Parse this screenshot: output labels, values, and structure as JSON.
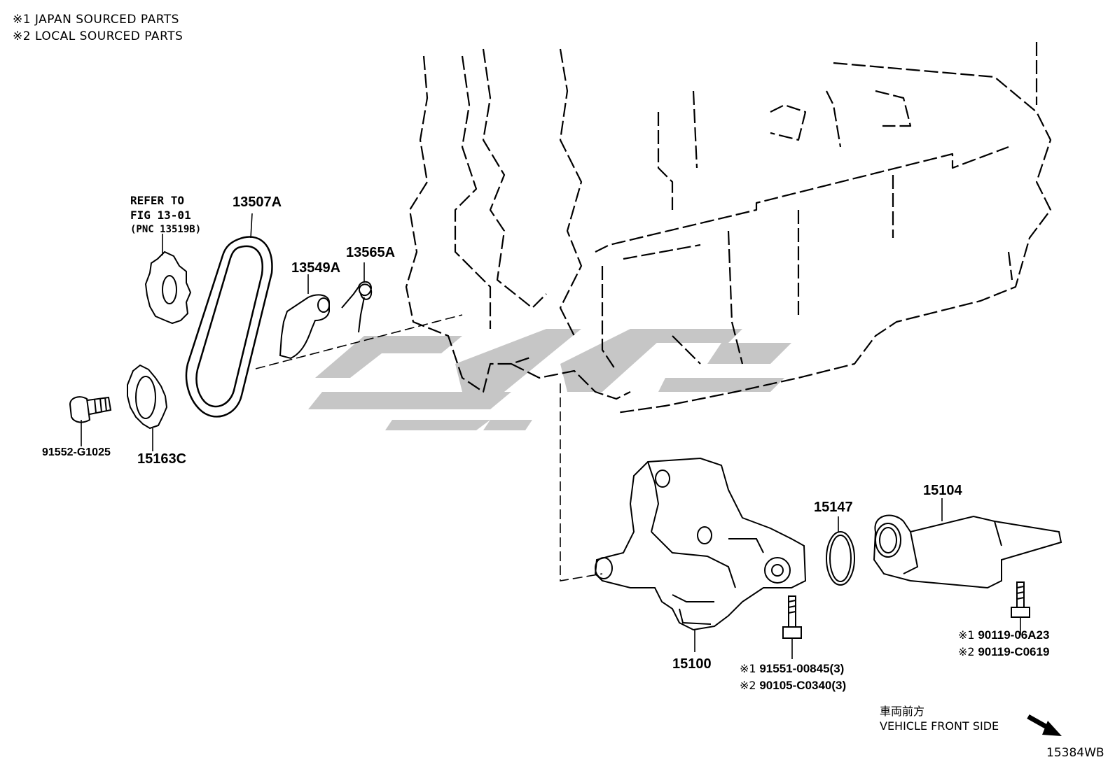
{
  "notes": [
    "※1 JAPAN SOURCED PARTS",
    "※2 LOCAL SOURCED PARTS"
  ],
  "reference": {
    "line1": "REFER TO",
    "line2": "FIG 13-01",
    "line3": "(PNC 13519B)"
  },
  "labels": {
    "chain": "13507A",
    "slipper": "13549A",
    "spring": "13565A",
    "bolt": "91552-G1025",
    "sprocket": "15163C",
    "oil_pump": "15100",
    "gasket": "15147",
    "strainer": "15104"
  },
  "pump_bolts": {
    "line1_mark": "※1",
    "line1_pn": "91551-00845(3)",
    "line2_mark": "※2",
    "line2_pn": "90105-C0340(3)"
  },
  "strainer_bolts": {
    "line1_mark": "※1",
    "line1_pn": "90119-06A23",
    "line2_mark": "※2",
    "line2_pn": "90119-C0619"
  },
  "front_side": {
    "jp": "車両前方",
    "en": "VEHICLE FRONT SIDE",
    "icon": "arrow-icon"
  },
  "diagram_code": "15384WB",
  "watermark_color": "#c6c6c6"
}
